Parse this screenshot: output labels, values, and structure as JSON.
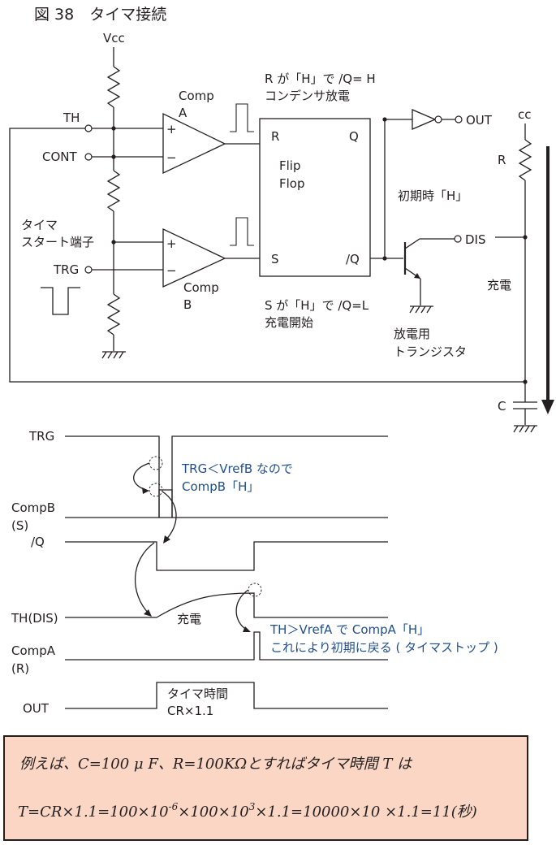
{
  "title": "図 38　タイマ接続",
  "circuit": {
    "vcc": "Vcc",
    "th": "TH",
    "cont": "CONT",
    "timer_start_line1": "タイマ",
    "timer_start_line2": "スタート端子",
    "trg": "TRG",
    "comp_a_line1": "Comp",
    "comp_a_line2": "A",
    "comp_b_line1": "Comp",
    "comp_b_line2": "B",
    "plus": "+",
    "minus": "−",
    "ff_r": "R",
    "ff_q": "Q",
    "ff_line1": "Flip",
    "ff_line2": "Flop",
    "ff_s": "S",
    "ff_nq": "/Q",
    "note_r_line1": "R が「H」で /Q= H",
    "note_r_line2": "コンデンサ放電",
    "note_s_line1": "S が「H」で /Q=L",
    "note_s_line2": "充電開始",
    "out": "OUT",
    "dis": "DIS",
    "initial": "初期時「H」",
    "tr_line1": "放電用",
    "tr_line2": "トランジスタ",
    "cc": "cc",
    "r": "R",
    "c": "C",
    "charge": "充電"
  },
  "timing": {
    "trg": "TRG",
    "compb_line1": "CompB",
    "compb_line2": "(S)",
    "nq": "/Q",
    "th_dis": "TH(DIS)",
    "compa_line1": "CompA",
    "compa_line2": "(R)",
    "out": "OUT",
    "charge": "充電",
    "note1_line1": "TRG＜VrefB なので",
    "note1_line2": "CompB「H」",
    "note2_line1": "TH＞VrefA で CompA「H」",
    "note2_line2": "これにより初期に戻る ( タイマストップ )",
    "timer_line1": "タイマ時間",
    "timer_line2": "CR×1.1"
  },
  "formula": {
    "line1": "例えば、C=100 μ F、R=100KΩとすればタイマ時間 T は",
    "line2_a": "T=CR×1.1=100×10",
    "exp1": "-6",
    "line2_b": "×100×10",
    "exp2": "3",
    "line2_c": "×1.1=10000×10  ×1.1=11(秒)"
  },
  "colors": {
    "ink": "#231f20",
    "annotation": "#1f4e8c",
    "formula_bg": "#fbd6c4",
    "formula_border": "#231f20"
  }
}
